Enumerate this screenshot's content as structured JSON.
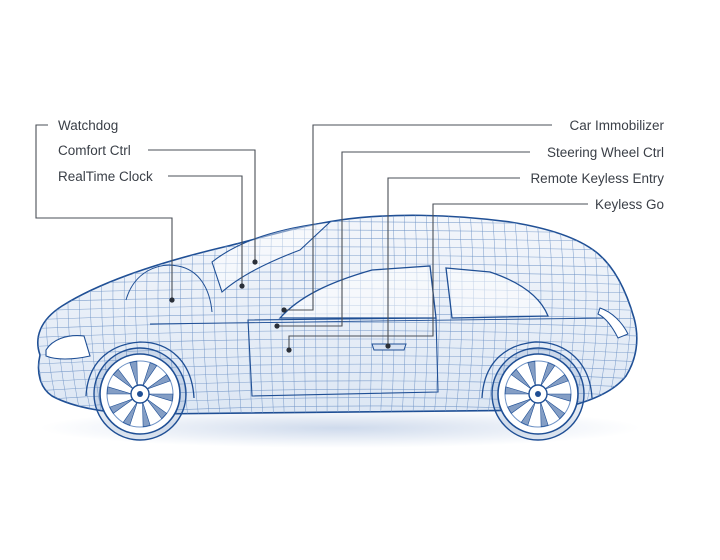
{
  "diagram": {
    "labels": {
      "watchdog": "Watchdog",
      "comfort_ctrl": "Comfort Ctrl",
      "realtime_clock": "RealTime Clock",
      "car_immobilizer": "Car Immobilizer",
      "steering_wheel_ctrl": "Steering Wheel Ctrl",
      "remote_keyless_entry": "Remote Keyless Entry",
      "keyless_go": "Keyless Go"
    },
    "colors": {
      "wireframe": "#1f4f95",
      "wireframe_light": "#6f93c6",
      "body_tint": "#e7eef8",
      "shadow": "#c9d6ea",
      "leader_line": "#4a4f57",
      "label_text": "#3a3f47"
    }
  }
}
